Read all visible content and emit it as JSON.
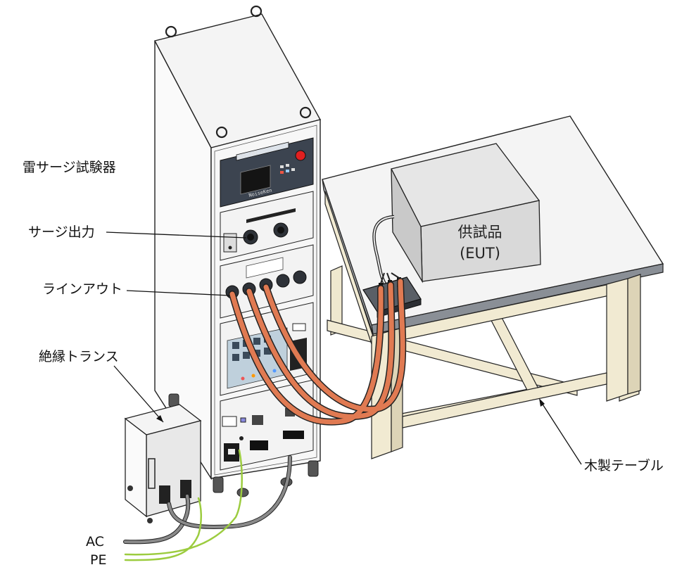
{
  "labels": {
    "tester": "雷サージ試験器",
    "surge_output": "サージ出力",
    "line_out": "ラインアウト",
    "isolation_transformer": "絶縁トランス",
    "eut_line1": "供試品",
    "eut_line2": "(EUT)",
    "wooden_table": "木製テーブル",
    "ac": "AC",
    "pe": "PE"
  },
  "colors": {
    "cable_orange": "#e07a52",
    "pe_green": "#9ccc3f",
    "ac_gray": "#8a8a8a",
    "table_top": "#f3f3f3",
    "table_wood": "#f1ead2",
    "eut_box": "#d9d9d9",
    "panel_dark": "#3c4450"
  }
}
